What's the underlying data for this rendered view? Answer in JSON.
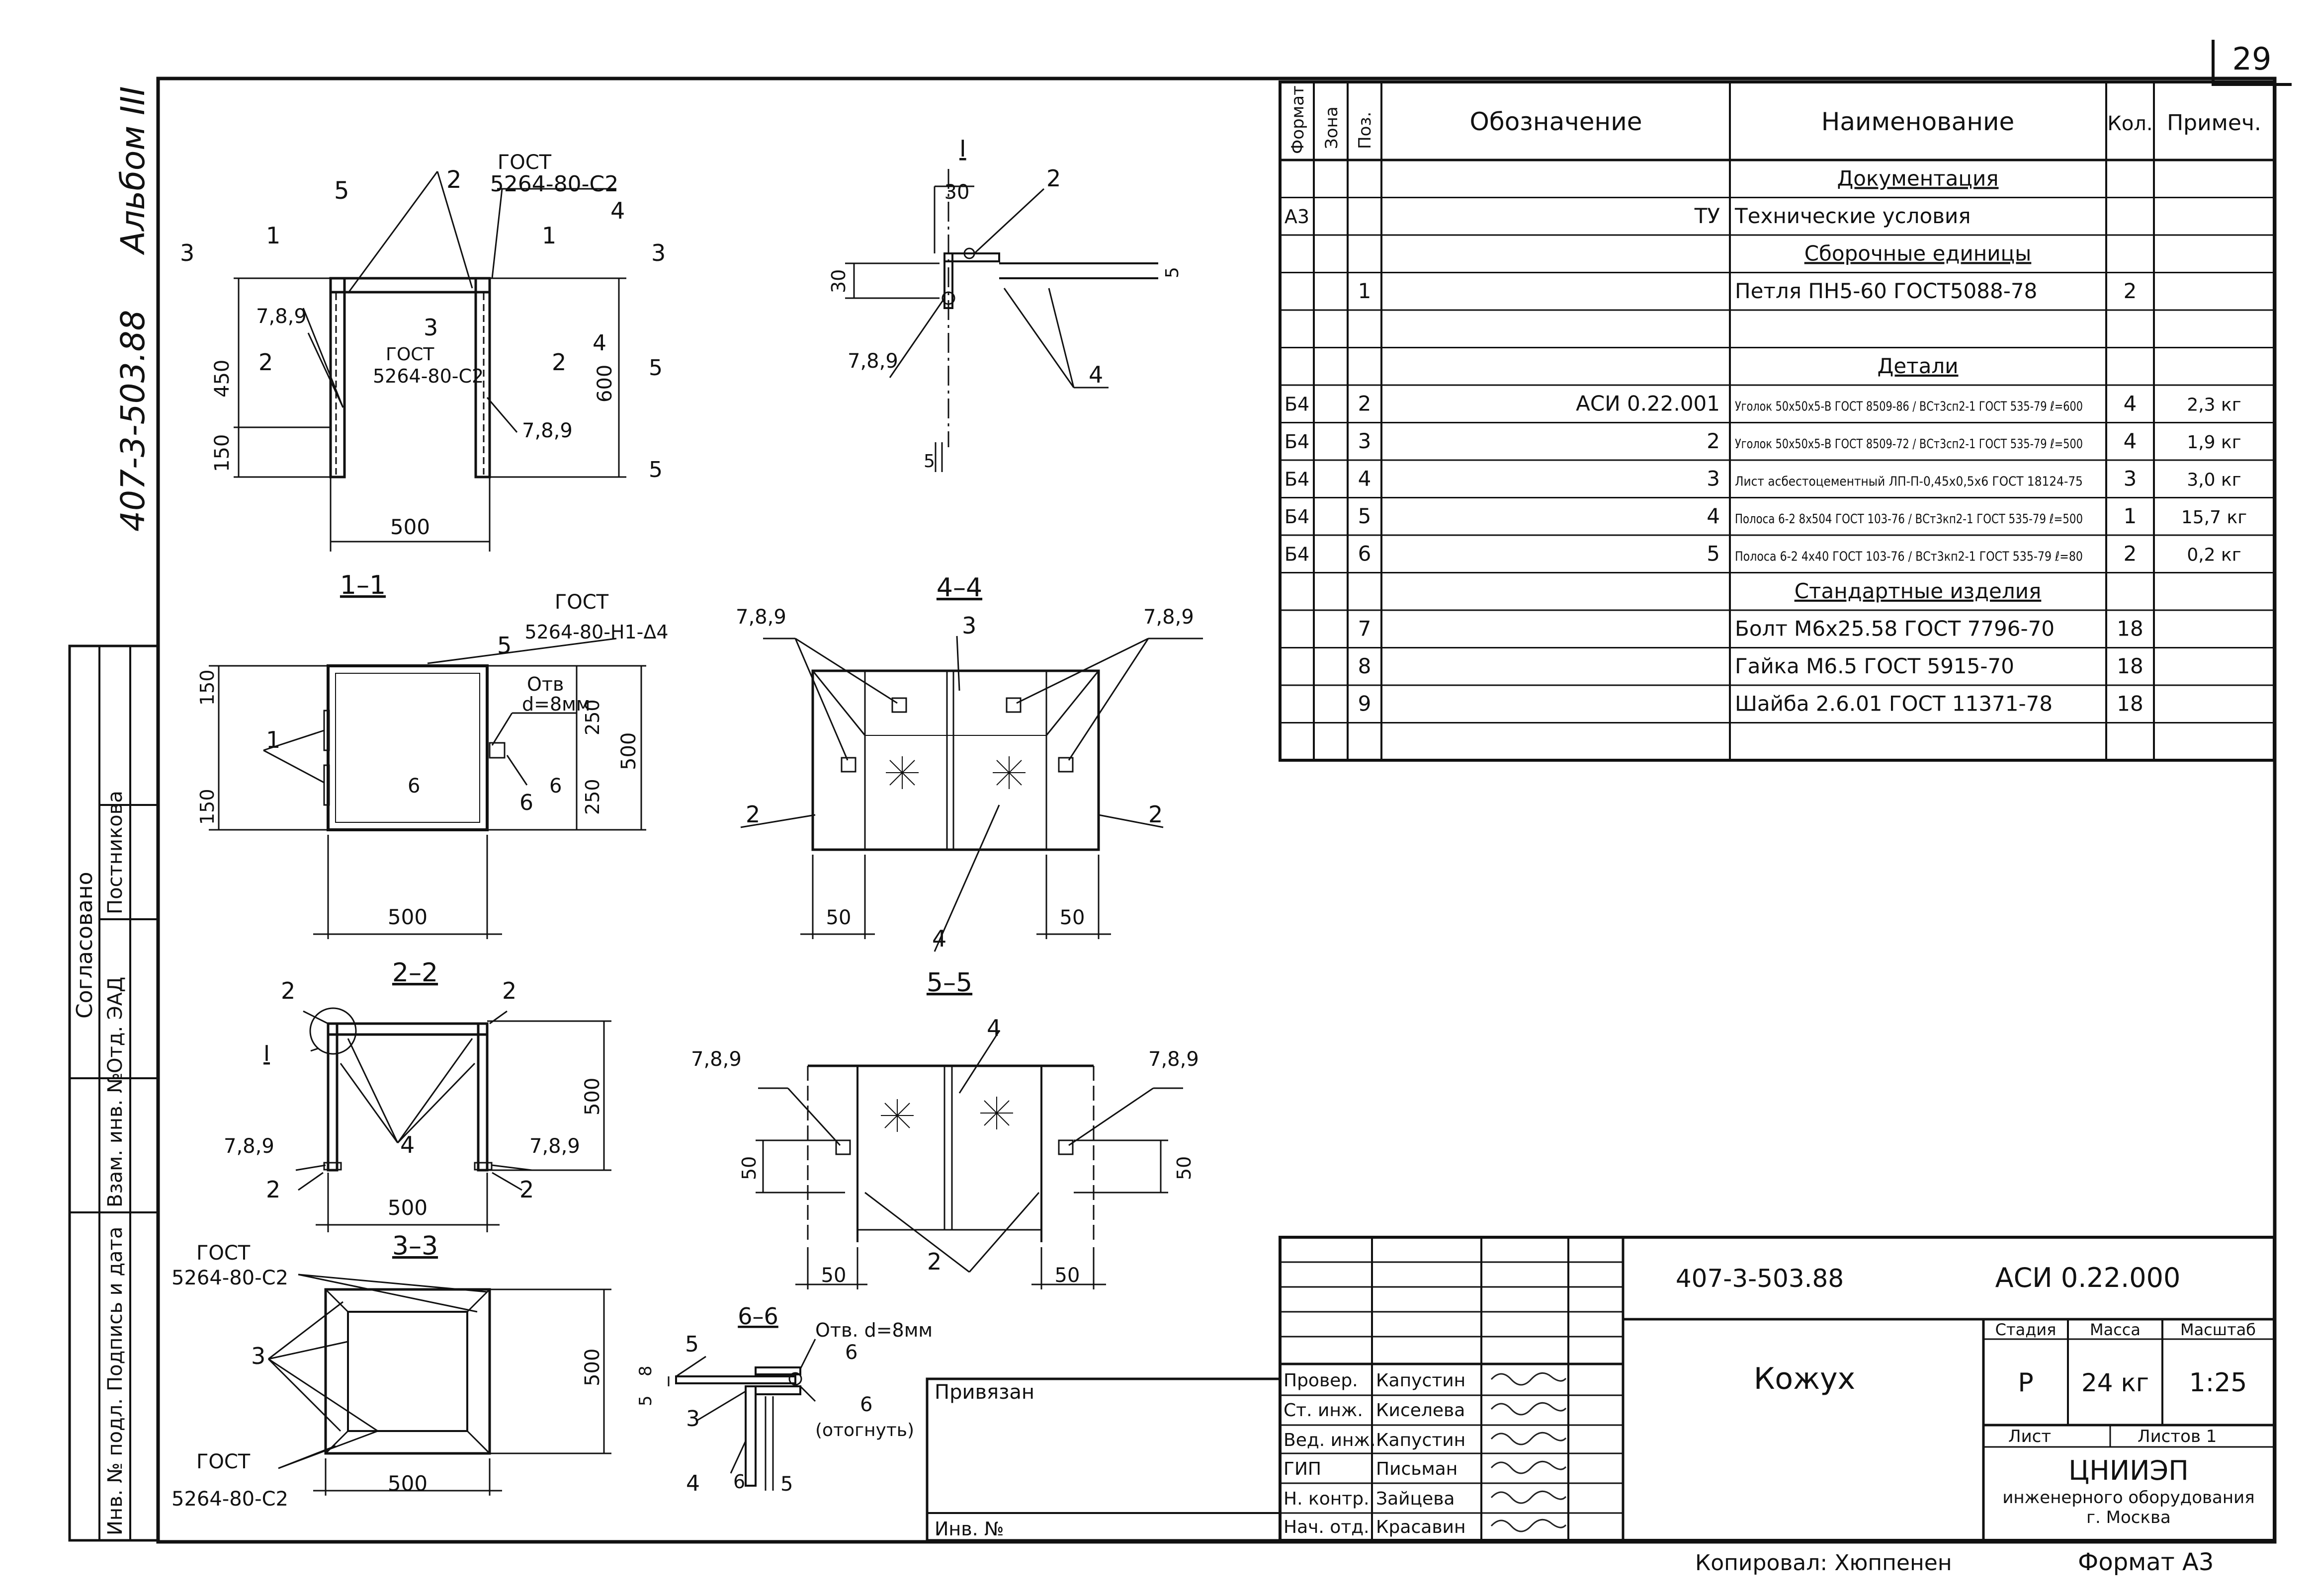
{
  "page_number": "29",
  "left_margin": {
    "album": "Альбом III",
    "series_code": "407-3-503.88",
    "agreed": "Согласовано",
    "dept_otd": "Отд. ЭАД",
    "name_postnikova": "Постникова",
    "inv_no_replace": "Взам. инв. №",
    "signature_date": "Подпись и дата",
    "inv_no_original": "Инв. № подл."
  },
  "spec_table": {
    "headers": {
      "format": "Формат",
      "zone": "Зона",
      "pos": "Поз.",
      "designation": "Обозначение",
      "name": "Наименование",
      "qty": "Кол.",
      "note": "Примеч."
    },
    "rows": [
      {
        "format": "",
        "pos": "",
        "designation": "",
        "name": "Документация",
        "qty": "",
        "note": ""
      },
      {
        "format": "А3",
        "pos": "",
        "designation": "ТУ",
        "name": "Технические условия",
        "qty": "",
        "note": ""
      },
      {
        "format": "",
        "pos": "",
        "designation": "",
        "name": "Сборочные единицы",
        "qty": "",
        "note": ""
      },
      {
        "format": "",
        "pos": "1",
        "designation": "",
        "name": "Петля ПН5-60 ГОСТ5088-78",
        "qty": "2",
        "note": ""
      },
      {
        "format": "",
        "pos": "",
        "designation": "",
        "name": "",
        "qty": "",
        "note": ""
      },
      {
        "format": "",
        "pos": "",
        "designation": "",
        "name": "Детали",
        "qty": "",
        "note": ""
      },
      {
        "format": "Б4",
        "pos": "2",
        "designation": "АСИ 0.22.001",
        "name": "Уголок 50х50х5-В ГОСТ 8509-86 / ВСт3сп2-1 ГОСТ 535-79  ℓ=600",
        "qty": "4",
        "note": "2,3 кг"
      },
      {
        "format": "Б4",
        "pos": "3",
        "designation": "2",
        "name": "Уголок 50х50х5-В ГОСТ 8509-72 / ВСт3сп2-1 ГОСТ 535-79  ℓ=500",
        "qty": "4",
        "note": "1,9 кг"
      },
      {
        "format": "Б4",
        "pos": "4",
        "designation": "3",
        "name": "Лист асбестоцементный ЛП-П-0,45х0,5х6 ГОСТ 18124-75",
        "qty": "3",
        "note": "3,0 кг"
      },
      {
        "format": "Б4",
        "pos": "5",
        "designation": "4",
        "name": "Полоса 6-2 8х504 ГОСТ 103-76 / ВСт3кп2-1 ГОСТ 535-79  ℓ=500",
        "qty": "1",
        "note": "15,7 кг"
      },
      {
        "format": "Б4",
        "pos": "6",
        "designation": "5",
        "name": "Полоса 6-2 4х40 ГОСТ 103-76 / ВСт3кп2-1 ГОСТ 535-79  ℓ=80",
        "qty": "2",
        "note": "0,2 кг"
      },
      {
        "format": "",
        "pos": "",
        "designation": "",
        "name": "Стандартные изделия",
        "qty": "",
        "note": ""
      },
      {
        "format": "",
        "pos": "7",
        "designation": "",
        "name": "Болт М6х25.58 ГОСТ 7796-70",
        "qty": "18",
        "note": ""
      },
      {
        "format": "",
        "pos": "8",
        "designation": "",
        "name": "Гайка М6.5 ГОСТ 5915-70",
        "qty": "18",
        "note": ""
      },
      {
        "format": "",
        "pos": "9",
        "designation": "",
        "name": "Шайба 2.6.01 ГОСТ 11371-78",
        "qty": "18",
        "note": ""
      },
      {
        "format": "",
        "pos": "",
        "designation": "",
        "name": "",
        "qty": "",
        "note": ""
      }
    ]
  },
  "drawing": {
    "gost_angle": "ГОСТ 5264-80-С2",
    "gost_line1": "ГОСТ",
    "gost_line2": "5264-80-С2",
    "gost_h1_line2": "5264-80-Н1-Δ4",
    "hole": "Отв. d=8мм",
    "hole_short": "Отв",
    "hole_d": "d=8мм",
    "bent": "(отогнуть)",
    "pos_1": "1",
    "pos_2": "2",
    "pos_3": "3",
    "pos_4": "4",
    "pos_5": "5",
    "pos_6": "6",
    "pos_789": "7,8,9",
    "roman_I": "I",
    "sec_1": "1",
    "sec_2": "2",
    "sec_3": "3",
    "sec_4": "4",
    "sec_5": "5",
    "sec_6": "6",
    "section_1_1": "1–1",
    "section_2_2": "2–2",
    "section_3_3": "3–3",
    "section_4_4": "4–4",
    "section_5_5": "5–5",
    "section_6_6": "6–6",
    "dim_500": "500",
    "dim_450": "450",
    "dim_150": "150",
    "dim_600": "600",
    "dim_30": "30",
    "dim_250": "250",
    "dim_50": "50",
    "dim_5": "5",
    "dim_8": "8"
  },
  "title_block": {
    "doc_code": "407-3-503.88",
    "drawing_code": "АСИ 0.22.000",
    "item_name": "Кожух",
    "stage_label": "Стадия",
    "mass_label": "Масса",
    "scale_label": "Масштаб",
    "stage": "Р",
    "mass": "24 кг",
    "scale": "1:25",
    "sheet_label": "Лист",
    "sheets_label": "Листов 1",
    "org_name": "ЦНИИЭП",
    "org_sub": "инженерного оборудования",
    "org_city": "г. Москва",
    "privyazan": "Привязан",
    "inv_no": "Инв. №",
    "roles": [
      {
        "role": "Провер.",
        "name": "Капустин"
      },
      {
        "role": "Ст. инж.",
        "name": "Киселева"
      },
      {
        "role": "Вед. инж.",
        "name": "Капустин"
      },
      {
        "role": "ГИП",
        "name": "Письман"
      },
      {
        "role": "Н. контр.",
        "name": "Зайцева"
      },
      {
        "role": "Нач. отд.",
        "name": "Красавин"
      }
    ]
  },
  "footer": {
    "copied": "Копировал: Хюппенен",
    "format": "Формат А3"
  }
}
